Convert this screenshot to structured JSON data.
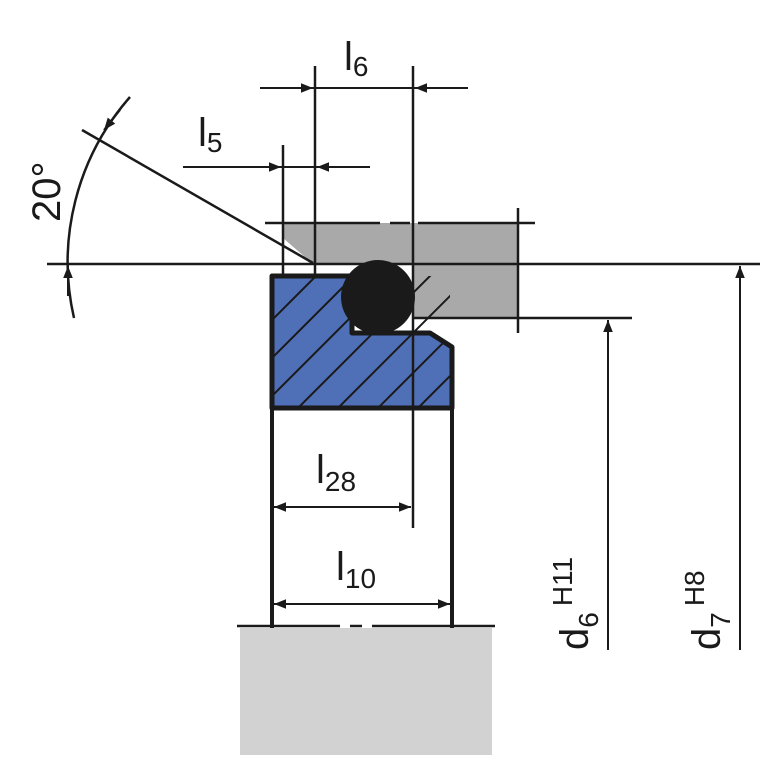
{
  "diagram": {
    "title": "Seal groove installation drawing",
    "dimensions": {
      "l6": {
        "main": "l",
        "sub": "6"
      },
      "l5": {
        "main": "l",
        "sub": "5"
      },
      "l28": {
        "main": "l",
        "sub": "28"
      },
      "l10": {
        "main": "l",
        "sub": "10"
      },
      "d6": {
        "main": "d",
        "sub": "6",
        "tolerance": "H11"
      },
      "d7": {
        "main": "d",
        "sub": "7",
        "tolerance": "H8"
      },
      "angle": "20°"
    },
    "colors": {
      "seal": "#4f6fb6",
      "housing": "#a9a9a9",
      "rod": "#d2d2d2",
      "line": "#1a1a1a"
    }
  }
}
